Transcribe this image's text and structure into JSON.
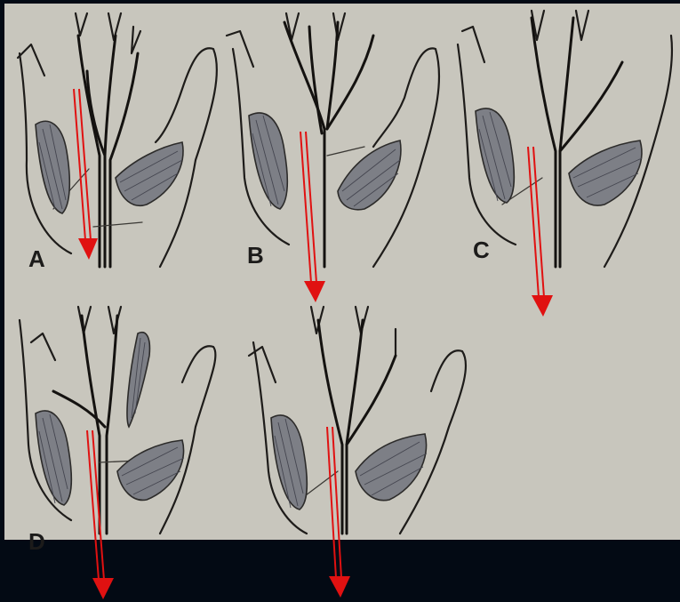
{
  "panels": [
    {
      "label": "A"
    },
    {
      "label": "B"
    },
    {
      "label": "C"
    },
    {
      "label": "D"
    },
    {
      "label": ""
    }
  ],
  "colors": {
    "background": "#030a14",
    "paper": "#c8c6bd",
    "arrow": "#e01111",
    "muscle": "#7d7f86"
  }
}
